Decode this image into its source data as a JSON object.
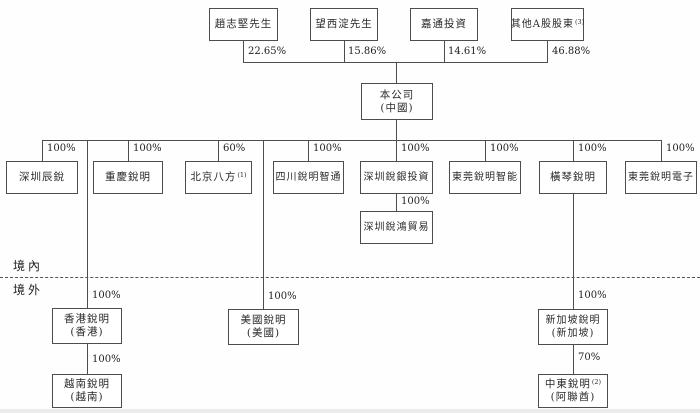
{
  "region_labels": {
    "domestic": "境內",
    "overseas": "境外"
  },
  "nodes": {
    "zhao": {
      "name": "趙志堅先生"
    },
    "wang": {
      "name": "望西淀先生"
    },
    "jiatong": {
      "name": "嘉通投資"
    },
    "otherA": {
      "name": "其他A股股東",
      "note": "(3)"
    },
    "company": {
      "name": "本公司",
      "sub": "(中國)"
    },
    "szchenrui": {
      "name": "深圳辰銳"
    },
    "cqruiming": {
      "name": "重慶銳明"
    },
    "bjbafang": {
      "name": "北京八方",
      "note": "(1)"
    },
    "scruiming": {
      "name": "四川銳明智通"
    },
    "szruiyin": {
      "name": "深圳銳銀投資"
    },
    "dgzhineng": {
      "name": "東莞銳明智能"
    },
    "hengqin": {
      "name": "橫琴銳明"
    },
    "dgdianzi": {
      "name": "東莞銳明電子"
    },
    "szruihong": {
      "name": "深圳銳鴻貿易"
    },
    "hk": {
      "name": "香港銳明",
      "sub": "(香港)"
    },
    "us": {
      "name": "美國銳明",
      "sub": "(美國)"
    },
    "sg": {
      "name": "新加坡銳明",
      "sub": "(新加坡)"
    },
    "vn": {
      "name": "越南銳明",
      "sub": "(越南)"
    },
    "me": {
      "name": "中東銳明",
      "note": "(2)",
      "sub": "(阿聯酋)"
    }
  },
  "edges": {
    "zhao": "22.65%",
    "wang": "15.86%",
    "jiatong": "14.61%",
    "otherA": "46.88%",
    "szchenrui": "100%",
    "cqruiming": "100%",
    "bjbafang": "60%",
    "scruiming": "100%",
    "szruiyin": "100%",
    "dgzhineng": "100%",
    "hengqin": "100%",
    "dgdianzi": "100%",
    "szruihong": "100%",
    "hk": "100%",
    "us": "100%",
    "sg": "100%",
    "vn": "100%",
    "me": "70%"
  },
  "colors": {
    "line": "#4d4d4d",
    "text": "#2a2a2a",
    "background": "#fefefe"
  }
}
